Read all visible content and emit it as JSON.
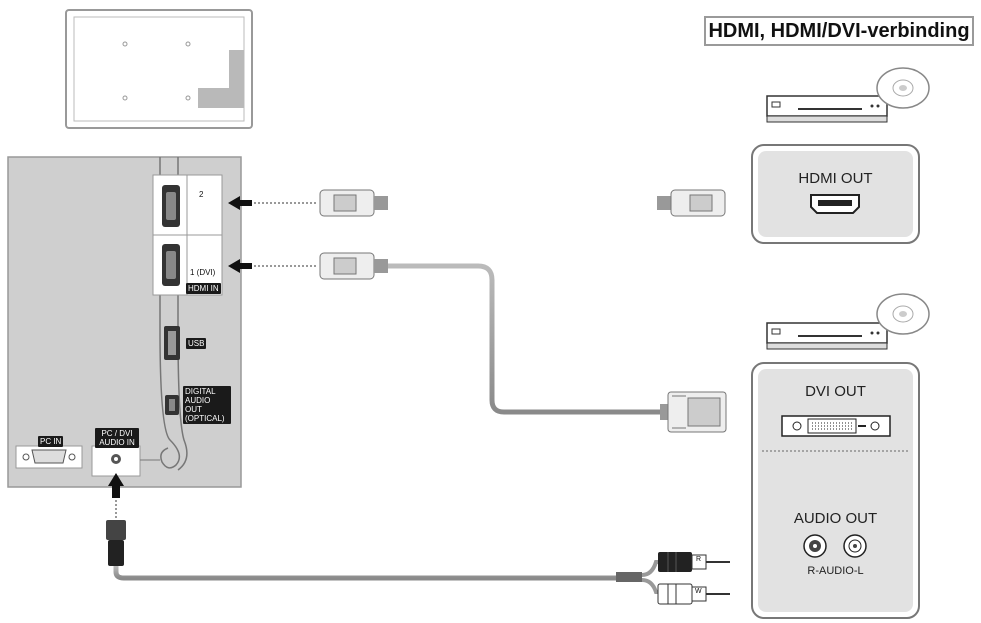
{
  "title": "HDMI, HDMI/DVI-verbinding",
  "tv_back": {
    "hdmi_port_2_label": "2",
    "hdmi_port_1_label": "1 (DVI)",
    "hdmi_in_label": "HDMI IN",
    "usb_label": "USB",
    "digital_audio_out_label": "DIGITAL AUDIO OUT (OPTICAL)",
    "pc_in_label": "PC IN",
    "pc_dvi_audio_in_label": "PC / DVI AUDIO IN"
  },
  "device_top": {
    "output_label": "HDMI OUT"
  },
  "device_bottom": {
    "dvi_out_label": "DVI OUT",
    "audio_out_label": "AUDIO OUT",
    "audio_channels_label": "R-AUDIO-L"
  },
  "rca_plugs": {
    "red_letter": "R",
    "white_letter": "W"
  }
}
